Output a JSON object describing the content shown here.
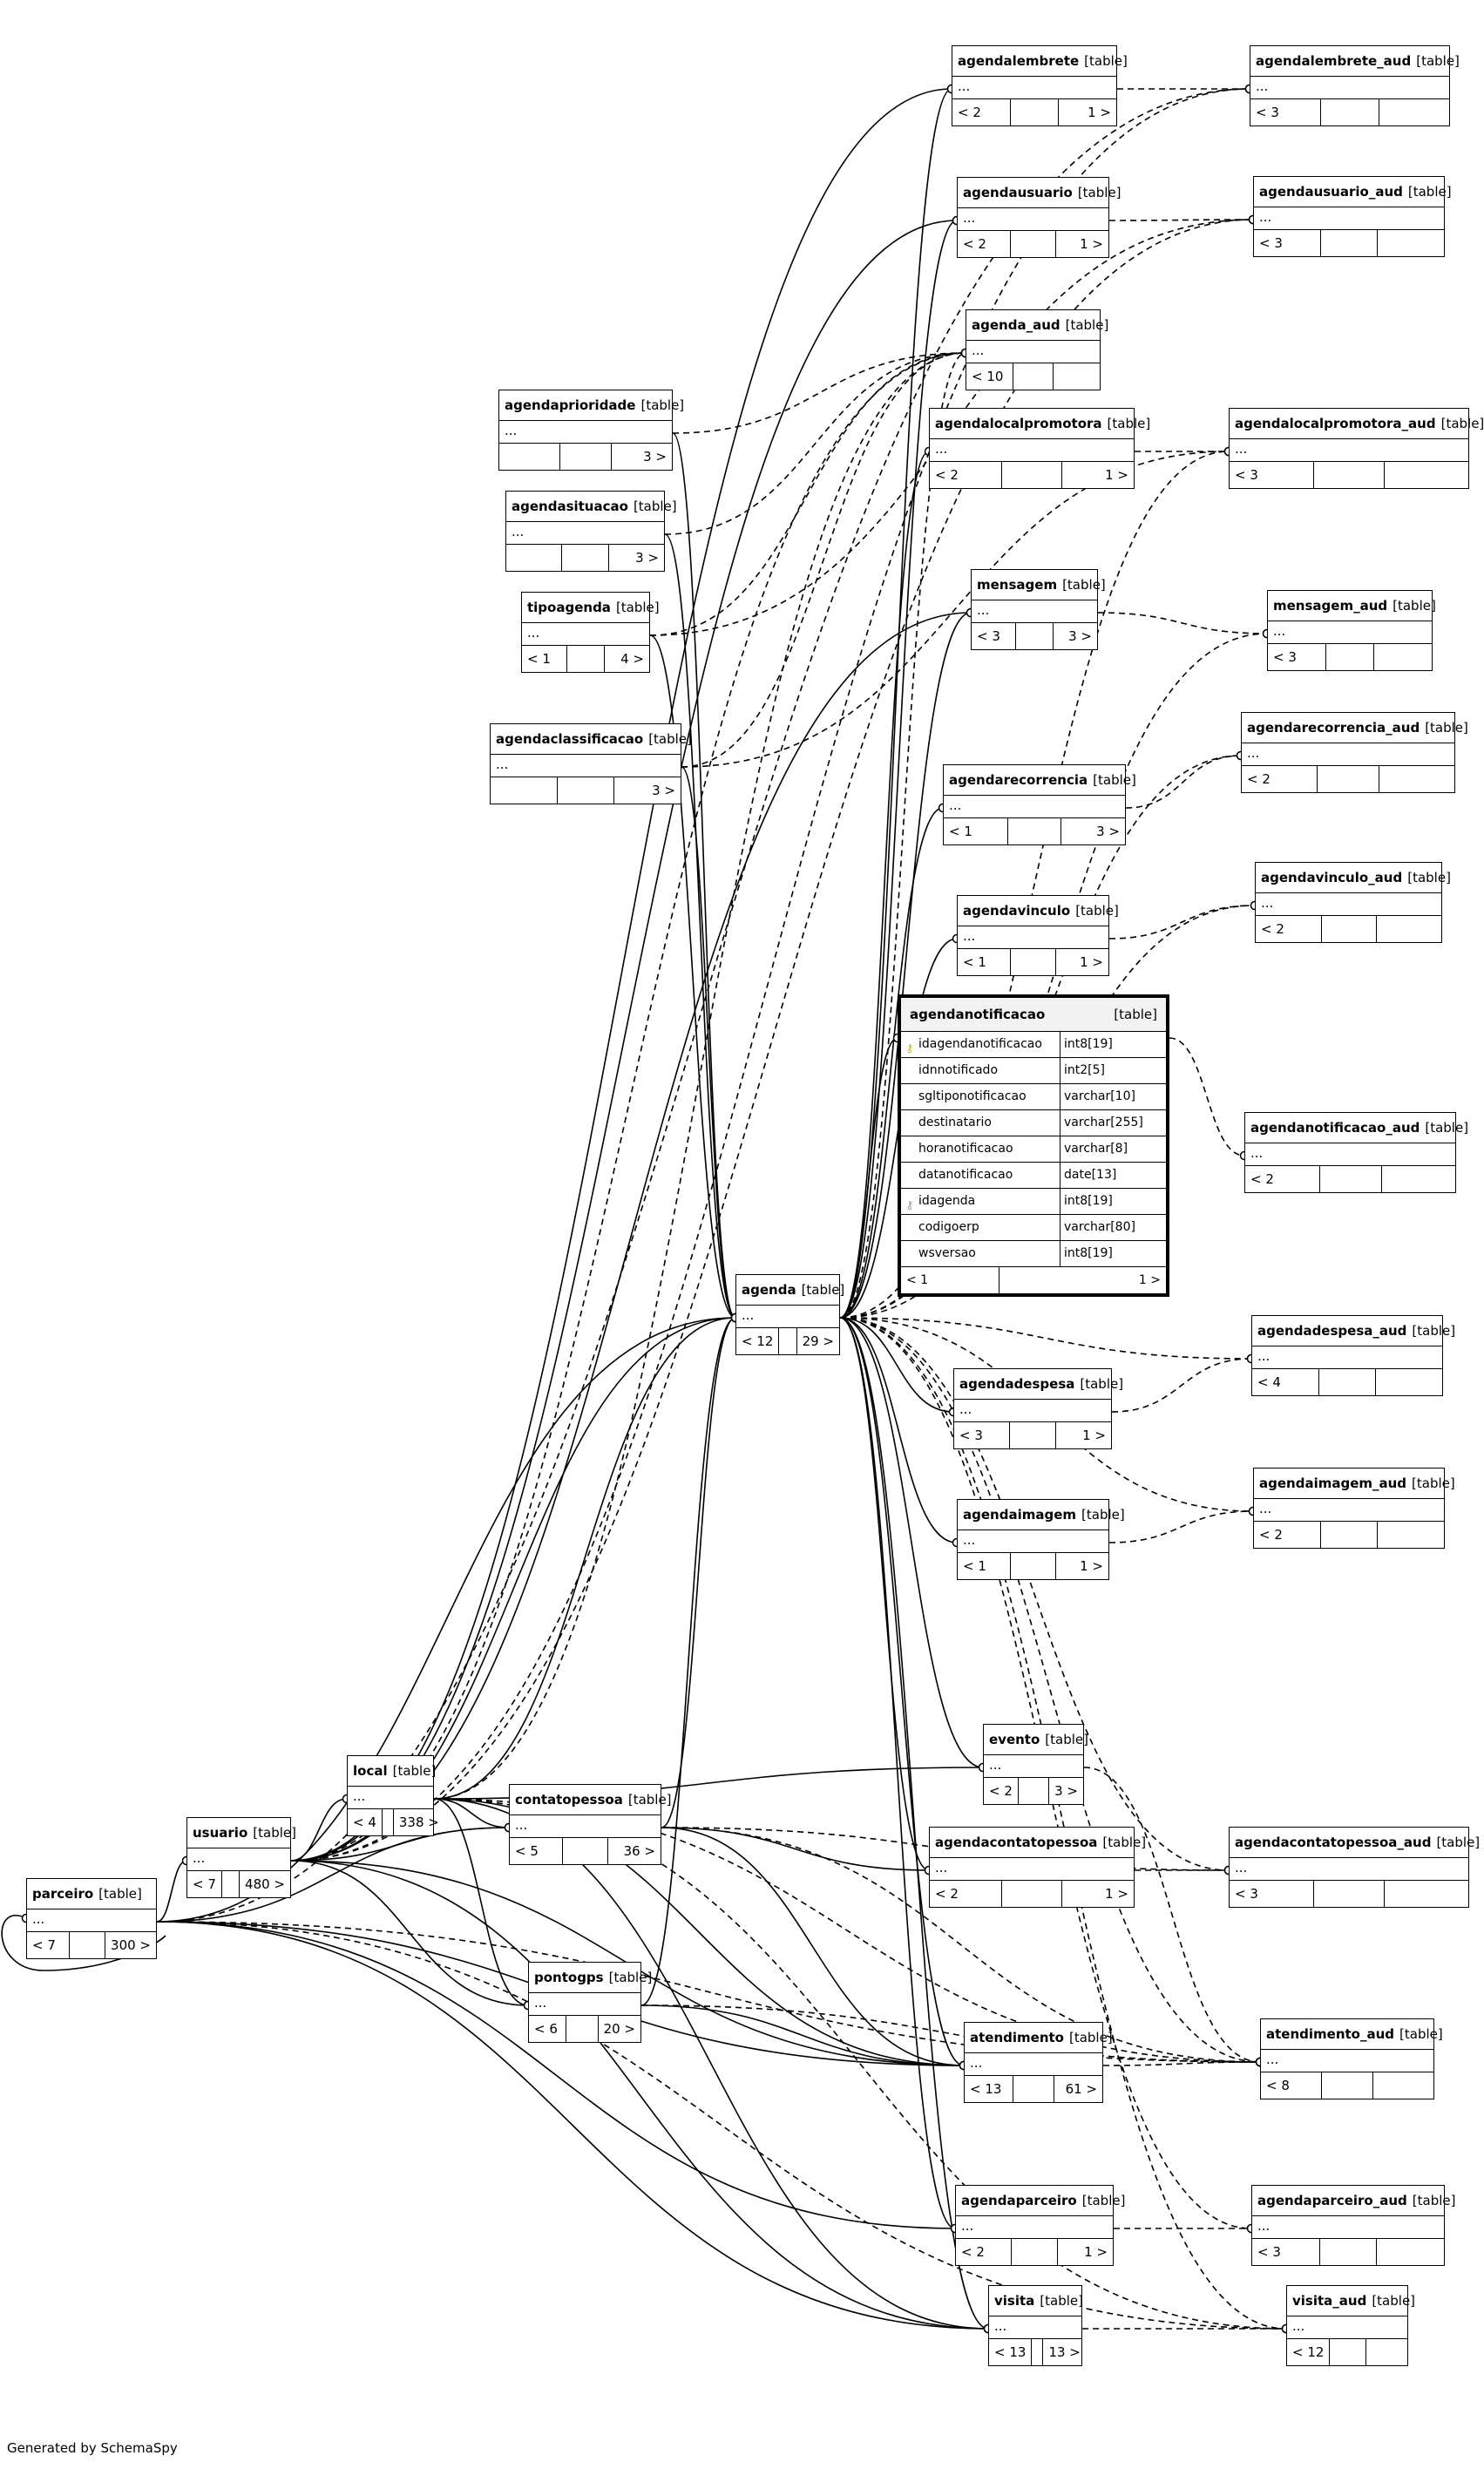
{
  "credit": "Generated by SchemaSpy",
  "type_label": "[table]",
  "ellipsis": "...",
  "tables": [
    {
      "name": "agendalembrete",
      "left": "< 2",
      "right": "1 >"
    },
    {
      "name": "agendalembrete_aud",
      "left": "< 3",
      "right": ""
    },
    {
      "name": "agendausuario",
      "left": "< 2",
      "right": "1 >"
    },
    {
      "name": "agendausuario_aud",
      "left": "< 3",
      "right": ""
    },
    {
      "name": "agenda_aud",
      "left": "< 10",
      "right": ""
    },
    {
      "name": "agendaprioridade",
      "left": "",
      "right": "3 >"
    },
    {
      "name": "agendalocalpromotora",
      "left": "< 2",
      "right": "1 >"
    },
    {
      "name": "agendalocalpromotora_aud",
      "left": "< 3",
      "right": ""
    },
    {
      "name": "agendasituacao",
      "left": "",
      "right": "3 >"
    },
    {
      "name": "tipoagenda",
      "left": "< 1",
      "right": "4 >"
    },
    {
      "name": "mensagem",
      "left": "< 3",
      "right": "3 >"
    },
    {
      "name": "mensagem_aud",
      "left": "< 3",
      "right": ""
    },
    {
      "name": "agendaclassificacao",
      "left": "",
      "right": "3 >"
    },
    {
      "name": "agendarecorrencia",
      "left": "< 1",
      "right": "3 >"
    },
    {
      "name": "agendarecorrencia_aud",
      "left": "< 2",
      "right": ""
    },
    {
      "name": "agendavinculo",
      "left": "< 1",
      "right": "1 >"
    },
    {
      "name": "agendavinculo_aud",
      "left": "< 2",
      "right": ""
    },
    {
      "name": "agendanotificacao_aud",
      "left": "< 2",
      "right": ""
    },
    {
      "name": "agenda",
      "left": "< 12",
      "right": "29 >"
    },
    {
      "name": "agendadespesa_aud",
      "left": "< 4",
      "right": ""
    },
    {
      "name": "agendadespesa",
      "left": "< 3",
      "right": "1 >"
    },
    {
      "name": "agendaimagem_aud",
      "left": "< 2",
      "right": ""
    },
    {
      "name": "agendaimagem",
      "left": "< 1",
      "right": "1 >"
    },
    {
      "name": "evento",
      "left": "< 2",
      "right": "3 >"
    },
    {
      "name": "local",
      "left": "< 4",
      "right": "338 >"
    },
    {
      "name": "contatopessoa",
      "left": "< 5",
      "right": "36 >"
    },
    {
      "name": "agendacontatopessoa",
      "left": "< 2",
      "right": "1 >"
    },
    {
      "name": "agendacontatopessoa_aud",
      "left": "< 3",
      "right": ""
    },
    {
      "name": "usuario",
      "left": "< 7",
      "right": "480 >"
    },
    {
      "name": "parceiro",
      "left": "< 7",
      "right": "300 >"
    },
    {
      "name": "pontogps",
      "left": "< 6",
      "right": "20 >"
    },
    {
      "name": "atendimento",
      "left": "< 13",
      "right": "61 >"
    },
    {
      "name": "atendimento_aud",
      "left": "< 8",
      "right": ""
    },
    {
      "name": "agendaparceiro",
      "left": "< 2",
      "right": "1 >"
    },
    {
      "name": "agendaparceiro_aud",
      "left": "< 3",
      "right": ""
    },
    {
      "name": "visita",
      "left": "< 13",
      "right": "13 >"
    },
    {
      "name": "visita_aud",
      "left": "< 12",
      "right": ""
    }
  ],
  "focus": {
    "name": "agendanotificacao",
    "type": "[table]",
    "columns": [
      {
        "name": "idagendanotificacao",
        "type": "int8[19]",
        "key": "pk"
      },
      {
        "name": "idnnotificado",
        "type": "int2[5]",
        "key": ""
      },
      {
        "name": "sgltiponotificacao",
        "type": "varchar[10]",
        "key": ""
      },
      {
        "name": "destinatario",
        "type": "varchar[255]",
        "key": ""
      },
      {
        "name": "horanotificacao",
        "type": "varchar[8]",
        "key": ""
      },
      {
        "name": "datanotificacao",
        "type": "date[13]",
        "key": ""
      },
      {
        "name": "idagenda",
        "type": "int8[19]",
        "key": "fk"
      },
      {
        "name": "codigoerp",
        "type": "varchar[80]",
        "key": ""
      },
      {
        "name": "wsversao",
        "type": "int8[19]",
        "key": ""
      }
    ],
    "left": "< 1",
    "right": "1 >"
  },
  "relationships": [
    {
      "from": "agenda",
      "to": "agendalembrete",
      "dashed": false
    },
    {
      "from": "agenda",
      "to": "agendausuario",
      "dashed": false
    },
    {
      "from": "agenda",
      "to": "agendalocalpromotora",
      "dashed": false
    },
    {
      "from": "agenda",
      "to": "mensagem",
      "dashed": false
    },
    {
      "from": "agenda",
      "to": "agendarecorrencia",
      "dashed": false
    },
    {
      "from": "agenda",
      "to": "agendavinculo",
      "dashed": false
    },
    {
      "from": "agenda",
      "to": "agendanotificacao",
      "dashed": false
    },
    {
      "from": "agenda",
      "to": "agendadespesa",
      "dashed": false
    },
    {
      "from": "agenda",
      "to": "agendaimagem",
      "dashed": false
    },
    {
      "from": "agenda",
      "to": "evento",
      "dashed": false
    },
    {
      "from": "agenda",
      "to": "agendacontatopessoa",
      "dashed": false
    },
    {
      "from": "agenda",
      "to": "atendimento",
      "dashed": false
    },
    {
      "from": "agenda",
      "to": "agendaparceiro",
      "dashed": false
    },
    {
      "from": "agenda",
      "to": "visita",
      "dashed": false
    },
    {
      "from": "agendaprioridade",
      "to": "agenda",
      "dashed": false
    },
    {
      "from": "agendasituacao",
      "to": "agenda",
      "dashed": false
    },
    {
      "from": "tipoagenda",
      "to": "agenda",
      "dashed": false
    },
    {
      "from": "agendaclassificacao",
      "to": "agenda",
      "dashed": false
    },
    {
      "from": "usuario",
      "to": "agenda",
      "dashed": false
    },
    {
      "from": "usuario",
      "to": "agendalembrete",
      "dashed": false
    },
    {
      "from": "usuario",
      "to": "agendausuario",
      "dashed": false
    },
    {
      "from": "usuario",
      "to": "mensagem",
      "dashed": false
    },
    {
      "from": "usuario",
      "to": "local",
      "dashed": false
    },
    {
      "from": "usuario",
      "to": "contatopessoa",
      "dashed": false
    },
    {
      "from": "usuario",
      "to": "pontogps",
      "dashed": false
    },
    {
      "from": "usuario",
      "to": "atendimento",
      "dashed": false
    },
    {
      "from": "usuario",
      "to": "visita",
      "dashed": false
    },
    {
      "from": "parceiro",
      "to": "usuario",
      "dashed": false
    },
    {
      "from": "parceiro",
      "to": "parceiro",
      "dashed": false
    },
    {
      "from": "parceiro",
      "to": "agenda",
      "dashed": false
    },
    {
      "from": "parceiro",
      "to": "contatopessoa",
      "dashed": false
    },
    {
      "from": "parceiro",
      "to": "agendaparceiro",
      "dashed": false
    },
    {
      "from": "parceiro",
      "to": "atendimento",
      "dashed": false
    },
    {
      "from": "parceiro",
      "to": "visita",
      "dashed": false
    },
    {
      "from": "local",
      "to": "agenda",
      "dashed": false
    },
    {
      "from": "local",
      "to": "evento",
      "dashed": false
    },
    {
      "from": "local",
      "to": "contatopessoa",
      "dashed": false
    },
    {
      "from": "local",
      "to": "pontogps",
      "dashed": false
    },
    {
      "from": "local",
      "to": "atendimento",
      "dashed": false
    },
    {
      "from": "local",
      "to": "visita",
      "dashed": false
    },
    {
      "from": "contatopessoa",
      "to": "agendacontatopessoa",
      "dashed": false
    },
    {
      "from": "contatopessoa",
      "to": "atendimento",
      "dashed": false
    },
    {
      "from": "contatopessoa",
      "to": "agenda",
      "dashed": false
    },
    {
      "from": "pontogps",
      "to": "atendimento",
      "dashed": false
    },
    {
      "from": "pontogps",
      "to": "agenda",
      "dashed": false
    },
    {
      "from": "agendalembrete",
      "to": "agendalembrete_aud",
      "dashed": true
    },
    {
      "from": "agendausuario",
      "to": "agendausuario_aud",
      "dashed": true
    },
    {
      "from": "agendalocalpromotora",
      "to": "agendalocalpromotora_aud",
      "dashed": true
    },
    {
      "from": "mensagem",
      "to": "mensagem_aud",
      "dashed": true
    },
    {
      "from": "agendarecorrencia",
      "to": "agendarecorrencia_aud",
      "dashed": true
    },
    {
      "from": "agendavinculo",
      "to": "agendavinculo_aud",
      "dashed": true
    },
    {
      "from": "agendanotificacao",
      "to": "agendanotificacao_aud",
      "dashed": true
    },
    {
      "from": "agendadespesa",
      "to": "agendadespesa_aud",
      "dashed": true
    },
    {
      "from": "agendaimagem",
      "to": "agendaimagem_aud",
      "dashed": true
    },
    {
      "from": "agendacontatopessoa",
      "to": "agendacontatopessoa_aud",
      "dashed": true
    },
    {
      "from": "atendimento",
      "to": "atendimento_aud",
      "dashed": true
    },
    {
      "from": "agendaparceiro",
      "to": "agendaparceiro_aud",
      "dashed": true
    },
    {
      "from": "visita",
      "to": "visita_aud",
      "dashed": true
    },
    {
      "from": "agenda",
      "to": "agenda_aud",
      "dashed": true
    },
    {
      "from": "agendaprioridade",
      "to": "agenda_aud",
      "dashed": true
    },
    {
      "from": "agendasituacao",
      "to": "agenda_aud",
      "dashed": true
    },
    {
      "from": "tipoagenda",
      "to": "agenda_aud",
      "dashed": true
    },
    {
      "from": "agendaclassificacao",
      "to": "agenda_aud",
      "dashed": true
    },
    {
      "from": "usuario",
      "to": "agenda_aud",
      "dashed": true
    },
    {
      "from": "usuario",
      "to": "agendalembrete_aud",
      "dashed": true
    },
    {
      "from": "usuario",
      "to": "agendausuario_aud",
      "dashed": true
    },
    {
      "from": "local",
      "to": "agenda_aud",
      "dashed": true
    },
    {
      "from": "parceiro",
      "to": "agendalembrete_aud",
      "dashed": true
    },
    {
      "from": "parceiro",
      "to": "visita_aud",
      "dashed": true
    },
    {
      "from": "parceiro",
      "to": "atendimento_aud",
      "dashed": true
    },
    {
      "from": "agenda",
      "to": "agendadespesa_aud",
      "dashed": true
    },
    {
      "from": "agenda",
      "to": "agendaimagem_aud",
      "dashed": true
    },
    {
      "from": "agenda",
      "to": "agendacontatopessoa_aud",
      "dashed": true
    },
    {
      "from": "agenda",
      "to": "atendimento_aud",
      "dashed": true
    },
    {
      "from": "agenda",
      "to": "agendaparceiro_aud",
      "dashed": true
    },
    {
      "from": "agenda",
      "to": "visita_aud",
      "dashed": true
    },
    {
      "from": "agenda",
      "to": "agendavinculo_aud",
      "dashed": true
    },
    {
      "from": "agenda",
      "to": "agendarecorrencia_aud",
      "dashed": true
    },
    {
      "from": "agenda",
      "to": "agendalocalpromotora_aud",
      "dashed": true
    },
    {
      "from": "agenda",
      "to": "mensagem_aud",
      "dashed": true
    },
    {
      "from": "contatopessoa",
      "to": "agendacontatopessoa_aud",
      "dashed": true
    },
    {
      "from": "contatopessoa",
      "to": "atendimento_aud",
      "dashed": true
    },
    {
      "from": "pontogps",
      "to": "atendimento_aud",
      "dashed": true
    },
    {
      "from": "local",
      "to": "visita_aud",
      "dashed": true
    },
    {
      "from": "local",
      "to": "atendimento_aud",
      "dashed": true
    },
    {
      "from": "evento",
      "to": "atendimento_aud",
      "dashed": true
    },
    {
      "from": "agendaclassificacao",
      "to": "agendalocalpromotora_aud",
      "dashed": true
    },
    {
      "from": "tipoagenda",
      "to": "agendausuario_aud",
      "dashed": true
    }
  ]
}
